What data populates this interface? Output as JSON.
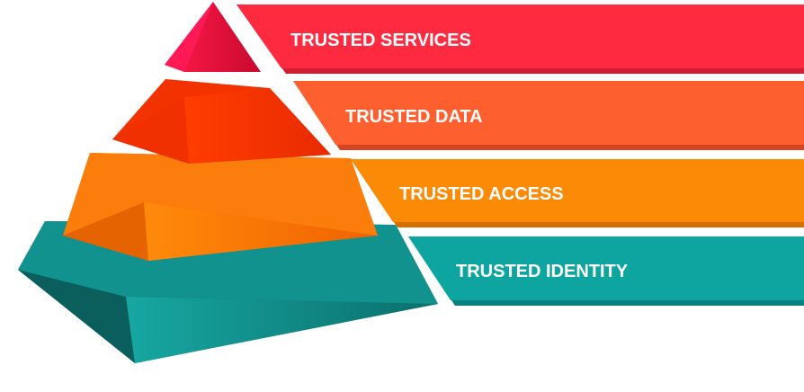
{
  "tiers": [
    {
      "label": "TRUSTED SERVICES",
      "color": "#fe2b40",
      "shadow": "#cf1f34",
      "pyramid": "#ee0d3a"
    },
    {
      "label": "TRUSTED DATA",
      "color": "#fe5f2f",
      "shadow": "#d54523",
      "pyramid": "#ff3a00"
    },
    {
      "label": "TRUSTED ACCESS",
      "color": "#fb8a06",
      "shadow": "#d46f00",
      "pyramid": "#ff7a0a"
    },
    {
      "label": "TRUSTED IDENTITY",
      "color": "#0ea5a1",
      "shadow": "#0a7f7c",
      "pyramid": "#0e8a86"
    }
  ]
}
